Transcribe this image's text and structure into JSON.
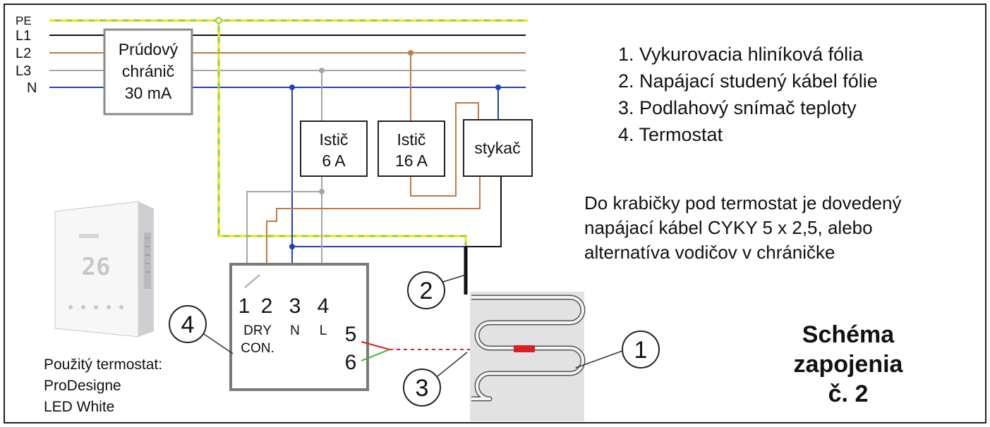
{
  "bus_labels": [
    "PE",
    "L1",
    "L2",
    "L3",
    "N"
  ],
  "rcd": {
    "line1": "Prúdový",
    "line2": "chránič",
    "line3": "30 mA"
  },
  "breaker1": {
    "line1": "Istič",
    "line2": "6 A"
  },
  "breaker2": {
    "line1": "Istič",
    "line2": "16 A"
  },
  "contactor": {
    "label": "stykač"
  },
  "legend": [
    "1. Vykurovacia hliníková fólia",
    "2. Napájací studený kábel fólie",
    "3. Podlahový snímač teploty",
    "4. Termostat"
  ],
  "note": [
    "Do krabičky pod termostat je dovedený",
    "napájací kábel CYKY  5 x 2,5, alebo",
    "alternatíva vodičov v chráničke"
  ],
  "title": [
    "Schéma",
    "zapojenia",
    "č. 2"
  ],
  "thermostat_terminals": {
    "t1": "1",
    "t2": "2",
    "t3": "3",
    "t4": "4",
    "dry": "DRY",
    "con": "CON.",
    "n": "N",
    "l": "L",
    "t5": "5",
    "t6": "6"
  },
  "callouts": {
    "c1": "1",
    "c2": "2",
    "c3": "3",
    "c4": "4"
  },
  "used_thermostat": [
    "Použitý termostat:",
    "ProDesigne",
    "LED White"
  ],
  "thermostat_display": "26",
  "colors": {
    "pe_green": "#9acd32",
    "pe_yellow": "#f2e200",
    "l1": "#111111",
    "l2": "#c07a45",
    "l3": "#a6a6a6",
    "n": "#1f3fbf",
    "sensor_red": "#e02020",
    "sensor_green": "#3cb43c",
    "foil_bg": "#e2e2e2",
    "box_border": "#7a7a7a"
  },
  "icons": {
    "thermostat_device": "thermostat-device-icon",
    "heating_foil": "heating-foil-icon",
    "sensor_tip": "sensor-tip-icon"
  }
}
